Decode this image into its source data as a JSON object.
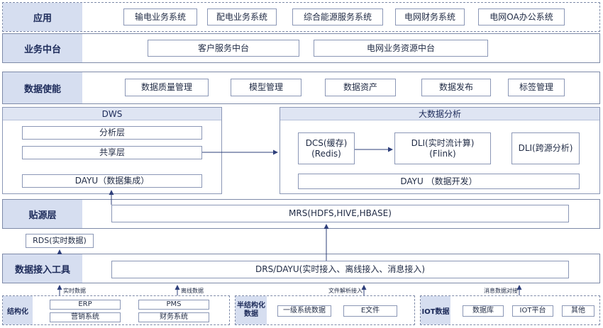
{
  "application": {
    "header": "应用",
    "items": [
      "输电业务系统",
      "配电业务系统",
      "综合能源服务系统",
      "电网财务系统",
      "电网OA办公系统"
    ]
  },
  "business_platform": {
    "header": "业务中台",
    "items": [
      "客户服务中台",
      "电网业务资源中台"
    ]
  },
  "data_enablement": {
    "header": "数据使能",
    "items": [
      "数据质量管理",
      "模型管理",
      "数据资产",
      "数据发布",
      "标签管理"
    ]
  },
  "dws": {
    "title": "DWS",
    "layers": [
      "分析层",
      "共享层"
    ],
    "integration": "DAYU（数据集成）"
  },
  "big_data": {
    "title": "大数据分析",
    "dcs": "DCS(缓存)\n(Redis)",
    "dli_stream": "DLI(实时流计算)\n(Flink)",
    "dli_cross": "DLI(跨源分析)",
    "dayu": "DAYU （数据开发）"
  },
  "source_layer": {
    "header": "贴源层",
    "content": "MRS(HDFS,HIVE,HBASE)",
    "rds": "RDS(实时数据)"
  },
  "ingestion": {
    "header": "数据接入工具",
    "content": "DRS/DAYU(实时接入、离线接入、消息接入)"
  },
  "arrow_labels": {
    "realtime": "实时数据",
    "offline": "离线数据",
    "file_parse": "文件解析接入",
    "message": "消息数据对接"
  },
  "structured": {
    "header": "结构化",
    "items": [
      "ERP",
      "PMS",
      "营销系统",
      "财务系统"
    ]
  },
  "semi_structured": {
    "header": "半结构化\n数据",
    "items": [
      "一级系统数据",
      "E文件"
    ]
  },
  "iot": {
    "header": "IOT数据",
    "items": [
      "数据库",
      "IOT平台",
      "其他"
    ]
  },
  "colors": {
    "header_bg": "#d6def0",
    "border": "#7e8aa8",
    "arrow": "#2e3f7a"
  }
}
